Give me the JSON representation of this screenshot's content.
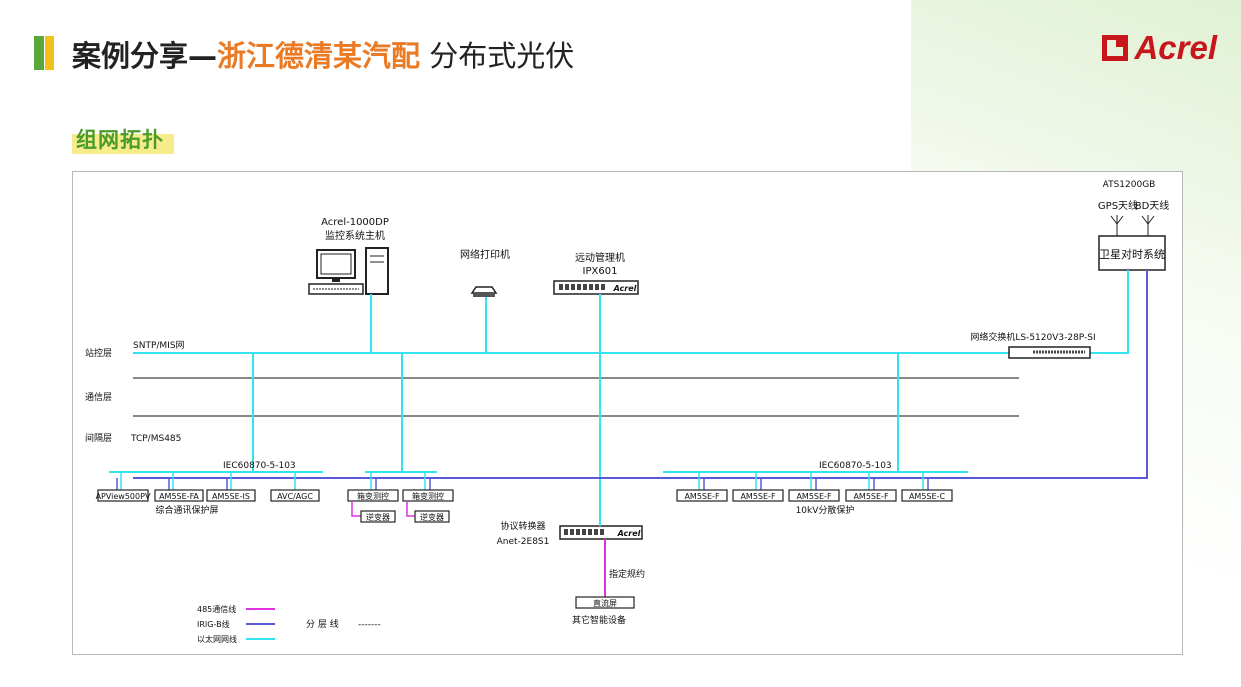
{
  "header": {
    "title_main": "案例分享—",
    "title_highlight": "浙江德清某汽配",
    "title_rest": " 分布式光伏",
    "logo_text": "Acrel"
  },
  "section": {
    "label": "组网拓扑"
  },
  "diagram": {
    "host_model": "Acrel-1000DP",
    "host_name": "监控系统主机",
    "printer": "网络打印机",
    "remote_name": "远动管理机",
    "remote_model": "IPX601",
    "remote_brand": "Acrel",
    "ats_model": "ATS1200GB",
    "gps_antenna": "GPS天线",
    "bd_antenna": "BD天线",
    "sat_sync": "卫星对时系统",
    "switch_label": "网络交换机LS-5120V3-28P-SI",
    "net_label": "SNTP/MIS网",
    "layer_station": "站控层",
    "layer_comm": "通信层",
    "layer_bay": "间隔层",
    "bay_protocol": "TCP/MS485",
    "protocol_left": "IEC60870-5-103",
    "protocol_right": "IEC60870-5-103",
    "dev_apview": "APView500PV",
    "dev_am5se_fa": "AM5SE-FA",
    "dev_am5se_is": "AM5SE-IS",
    "dev_avc": "AVC/AGC",
    "group_left": "综合通讯保护屏",
    "dev_meas1": "箱变测控",
    "dev_meas2": "箱变测控",
    "dev_inv1": "逆变器",
    "dev_inv2": "逆变器",
    "dev_r1": "AM5SE-F",
    "dev_r2": "AM5SE-F",
    "dev_r3": "AM5SE-F",
    "dev_r4": "AM5SE-F",
    "dev_r5": "AM5SE-C",
    "group_right": "10kV分散保护",
    "converter_name": "协议转换器",
    "converter_model": "Anet-2E8S1",
    "converter_brand": "Acrel",
    "protocol_label": "指定规约",
    "dc_panel": "直流屏",
    "other_devices": "其它智能设备",
    "legend_485": "485通信线",
    "legend_irig": "IRIG-B线",
    "legend_eth": "以太网网线",
    "legend_layer": "分 层 线",
    "legend_dash": "-------"
  },
  "colors": {
    "ethernet": "#33e4ee",
    "rs485": "#e030e0",
    "irig": "#5a5ad6",
    "layer": "#888888",
    "title_accent": "#ea7a24",
    "section_text": "#4b9b2c",
    "logo_red": "#c8161d"
  }
}
